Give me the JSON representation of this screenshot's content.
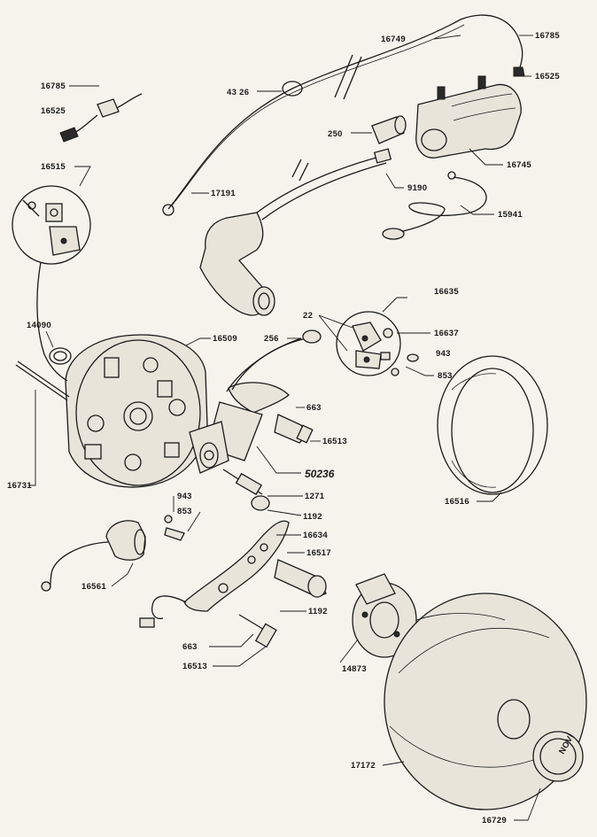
{
  "diagram": {
    "parts": [
      {
        "id": "p16749",
        "label": "16749"
      },
      {
        "id": "p16785a",
        "label": "16785"
      },
      {
        "id": "p16525a",
        "label": "16525"
      },
      {
        "id": "p16785b",
        "label": "16785"
      },
      {
        "id": "p16525b",
        "label": "16525"
      },
      {
        "id": "p4326",
        "label": "43 26"
      },
      {
        "id": "p250",
        "label": "250"
      },
      {
        "id": "p16745",
        "label": "16745"
      },
      {
        "id": "p16515",
        "label": "16515"
      },
      {
        "id": "p17191",
        "label": "17191"
      },
      {
        "id": "p9190",
        "label": "9190"
      },
      {
        "id": "p15941",
        "label": "15941"
      },
      {
        "id": "p16635",
        "label": "16635"
      },
      {
        "id": "p22",
        "label": "22"
      },
      {
        "id": "p16637",
        "label": "16637"
      },
      {
        "id": "p943a",
        "label": "943"
      },
      {
        "id": "p853a",
        "label": "853"
      },
      {
        "id": "p14090",
        "label": "14090"
      },
      {
        "id": "p16509",
        "label": "16509"
      },
      {
        "id": "p256",
        "label": "256"
      },
      {
        "id": "p663a",
        "label": "663"
      },
      {
        "id": "p16513a",
        "label": "16513"
      },
      {
        "id": "p50236",
        "label": "50236"
      },
      {
        "id": "p1271",
        "label": "1271"
      },
      {
        "id": "p1192a",
        "label": "1192"
      },
      {
        "id": "p16516",
        "label": "16516"
      },
      {
        "id": "p16731",
        "label": "16731"
      },
      {
        "id": "p943b",
        "label": "943"
      },
      {
        "id": "p853b",
        "label": "853"
      },
      {
        "id": "p16634",
        "label": "16634"
      },
      {
        "id": "p16517",
        "label": "16517"
      },
      {
        "id": "p16561",
        "label": "16561"
      },
      {
        "id": "p1192b",
        "label": "1192"
      },
      {
        "id": "p663b",
        "label": "663"
      },
      {
        "id": "p16513b",
        "label": "16513"
      },
      {
        "id": "p14873",
        "label": "14873"
      },
      {
        "id": "p17172",
        "label": "17172"
      },
      {
        "id": "p16729",
        "label": "16729"
      }
    ],
    "embossed_text": "NOVI"
  }
}
